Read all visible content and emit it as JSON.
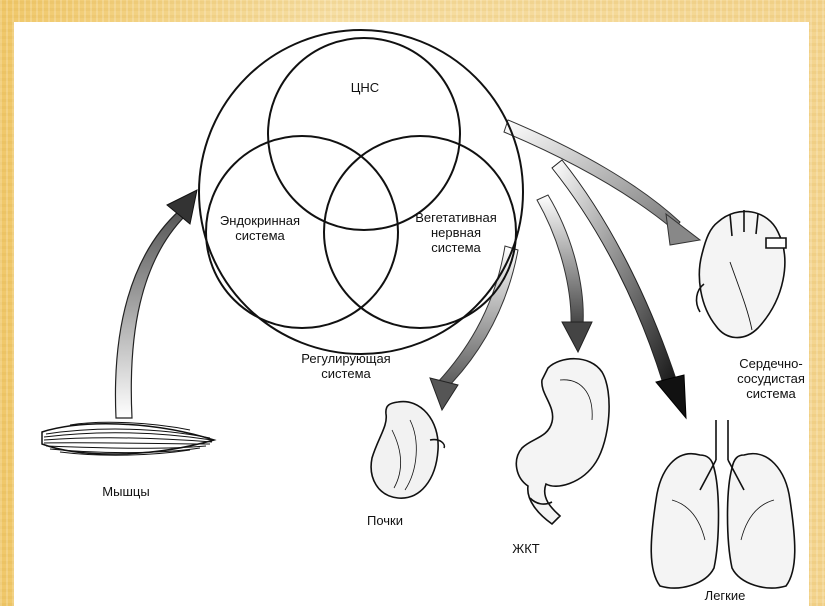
{
  "diagram": {
    "regulatory_circle_caption": "Регулирующая\nсистема",
    "circle_labels": {
      "cns": "ЦНС",
      "endocrine": "Эндокринная\nсистема",
      "autonomic": "Вегетативная\nнервная\nсистема"
    },
    "organ_labels": {
      "muscles": "Мышцы",
      "kidneys": "Почки",
      "gi_tract": "ЖКТ",
      "cardiovascular": "Сердечно-\nсосудистая\nсистема",
      "lungs": "Легкие"
    }
  }
}
